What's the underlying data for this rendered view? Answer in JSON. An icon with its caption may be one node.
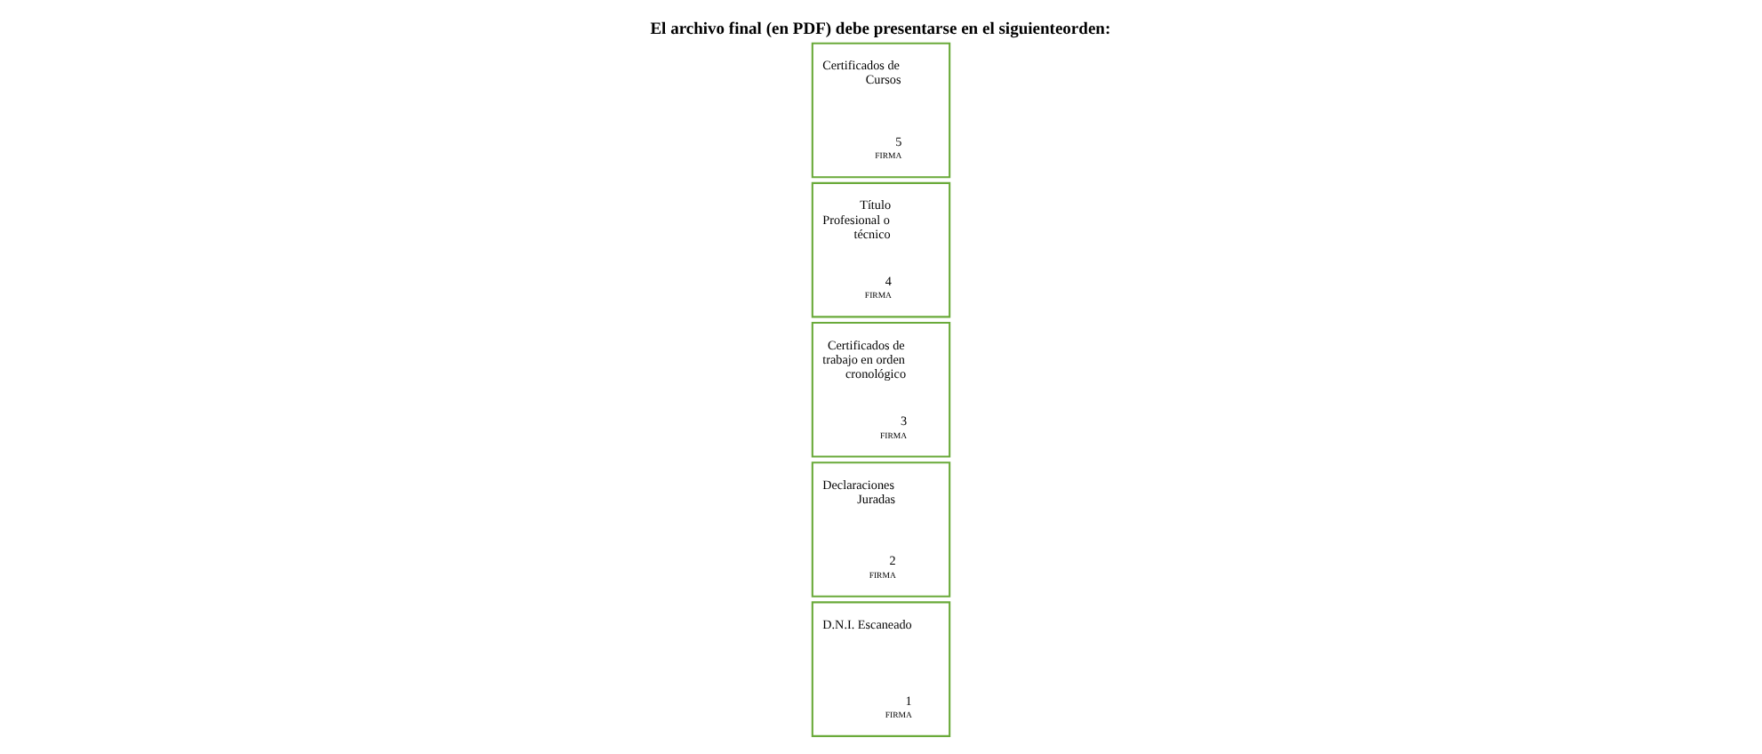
{
  "diagram": {
    "title": "El archivo final (en PDF) debe presentarse en el siguienteorden:",
    "nodes": [
      {
        "text": [
          "D.N.I. Escaneado",
          "1",
          "FIRMA"
        ]
      },
      {
        "text": [
          "Declaraciones Juradas",
          "2",
          "FIRMA"
        ]
      },
      {
        "text": [
          "Certificados de trabajo en orden cronológico",
          "3",
          "FIRMA"
        ]
      },
      {
        "text": [
          "Título Profesional o técnico",
          "4",
          "FIRMA"
        ]
      },
      {
        "text": [
          "Certificados de Cursos",
          "5",
          "FIRMA"
        ]
      }
    ]
  }
}
